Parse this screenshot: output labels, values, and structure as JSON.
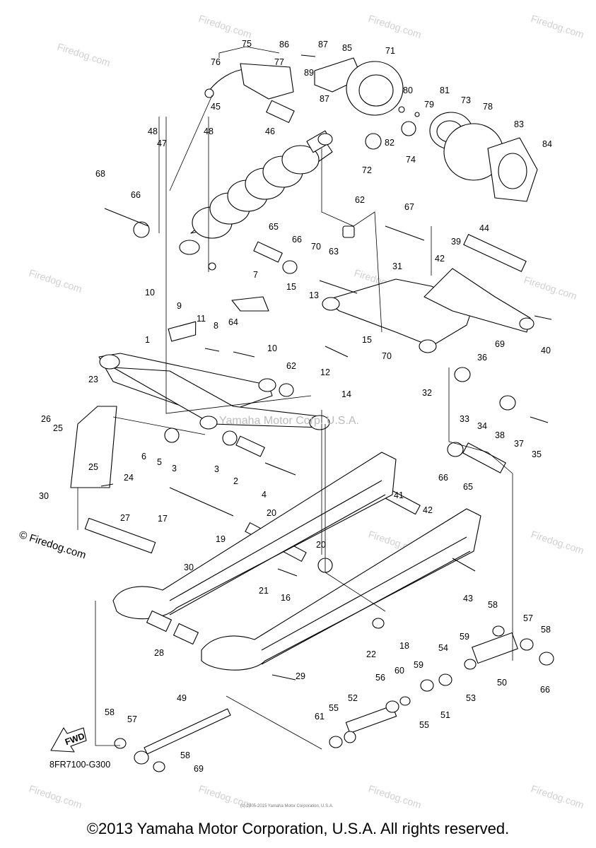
{
  "watermark": "Firedog.com",
  "diagram_code": "8FR7100-G300",
  "fwd_label": "FWD",
  "left_watermark": "© Firedog.com",
  "copyright": "©2013 Yamaha Motor Corporation, U.S.A. All rights reserved.",
  "tiny_copyright": "(c) 2005-2015 Yamaha Motor Corporation, U.S.A.",
  "center_watermark": "Yamaha Motor Corp. U.S.A.",
  "callouts": [
    "75",
    "86",
    "87",
    "85",
    "71",
    "76",
    "77",
    "89",
    "87",
    "80",
    "81",
    "73",
    "79",
    "78",
    "83",
    "84",
    "45",
    "48",
    "48",
    "46",
    "47",
    "82",
    "74",
    "72",
    "68",
    "66",
    "65",
    "66",
    "70",
    "63",
    "62",
    "67",
    "31",
    "42",
    "39",
    "44",
    "7",
    "10",
    "9",
    "11",
    "8",
    "64",
    "10",
    "15",
    "13",
    "15",
    "12",
    "70",
    "69",
    "40",
    "1",
    "62",
    "36",
    "32",
    "23",
    "26",
    "25",
    "6",
    "5",
    "3",
    "14",
    "33",
    "34",
    "38",
    "37",
    "35",
    "25",
    "24",
    "30",
    "3",
    "2",
    "4",
    "66",
    "65",
    "17",
    "27",
    "20",
    "19",
    "20",
    "41",
    "42",
    "21",
    "16",
    "43",
    "30",
    "58",
    "57",
    "58",
    "28",
    "22",
    "18",
    "54",
    "59",
    "29",
    "56",
    "60",
    "59",
    "53",
    "50",
    "66",
    "52",
    "55",
    "51",
    "61",
    "55",
    "49",
    "58",
    "57",
    "58",
    "69"
  ]
}
